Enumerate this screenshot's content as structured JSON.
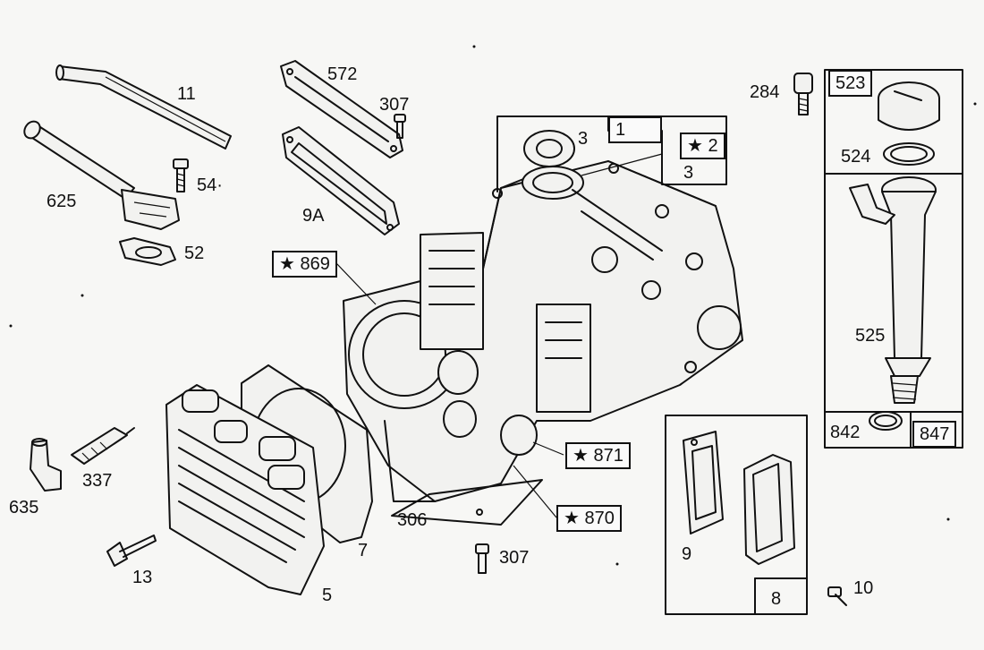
{
  "labels": {
    "p11": "11",
    "p572": "572",
    "p307a": "307",
    "p284": "284",
    "p523": "523",
    "p3": "3",
    "p1": "1",
    "p2": "★ 2",
    "p3b": "3",
    "p524": "524",
    "p625": "625",
    "p54": "54·",
    "p9A": "9A",
    "p52": "52",
    "p869": "★ 869",
    "p525": "525",
    "p842": "842",
    "p847": "847",
    "p871": "★ 871",
    "p870": "★ 870",
    "p306": "306",
    "p307b": "307",
    "p337": "337",
    "p635": "635",
    "p7": "7",
    "p13": "13",
    "p5": "5",
    "p9": "9",
    "p8": "8",
    "p10": "10"
  },
  "icons": {
    "star": "★"
  }
}
